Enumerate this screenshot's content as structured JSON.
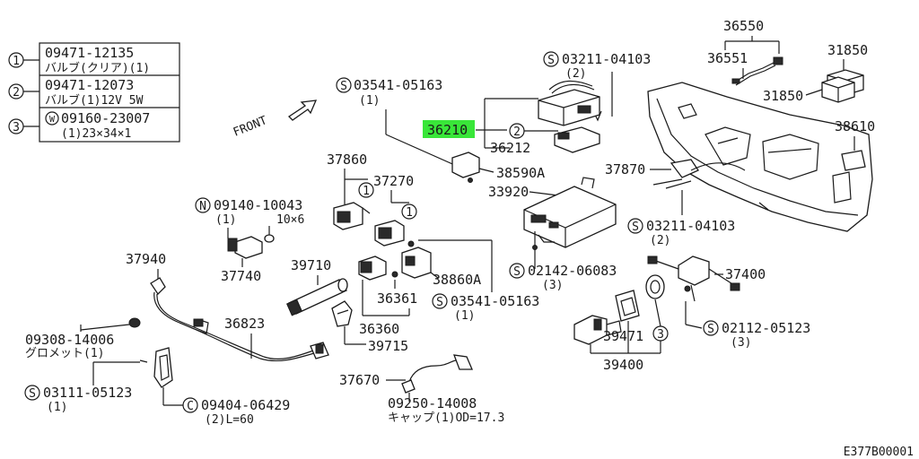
{
  "legend": {
    "rows": [
      {
        "marker": "1",
        "code": "09471-12135",
        "desc": "バルブ(クリア)(1)"
      },
      {
        "marker": "2",
        "code": "09471-12073",
        "desc": "バルブ(1)12V 5W"
      },
      {
        "marker": "3",
        "code": "09160-23007",
        "prefix": "W",
        "desc": "(1)23×34×1"
      }
    ]
  },
  "front_label": "FRONT",
  "highlight_color": "#39e639",
  "parts": {
    "p36550": "36550",
    "p36551": "36551",
    "p31850a": "31850",
    "p31850b": "31850",
    "p38610": "38610",
    "p03211a": "03211-04103",
    "p03211a_qty": "(2)",
    "p03541a": "03541-05163",
    "p03541a_qty": "(1)",
    "p36210": "36210",
    "p36212": "36212",
    "p38590": "38590A",
    "p37860": "37860",
    "p37270": "37270",
    "p33920": "33920",
    "p37870": "37870",
    "p09140": "09140-10043",
    "p09140_qty": "(1)",
    "p09140_size": "10×6",
    "p03211b": "03211-04103",
    "p03211b_qty": "(2)",
    "p37740": "37740",
    "p39710": "39710",
    "p38860": "38860A",
    "p02142": "02142-06083",
    "p02142_qty": "(3)",
    "p37400": "37400",
    "p37940": "37940",
    "p36361": "36361",
    "p03541b": "03541-05163",
    "p03541b_qty": "(1)",
    "p36823": "36823",
    "p36360": "36360",
    "p09308": "09308-14006",
    "p09308_desc": "グロメット(1)",
    "p39715": "39715",
    "p39471": "39471",
    "p02112": "02112-05123",
    "p02112_qty": "(3)",
    "p39400": "39400",
    "p03111": "03111-05123",
    "p03111_qty": "(1)",
    "p37670": "37670",
    "p09250": "09250-14008",
    "p09250_desc": "キャップ(1)OD=17.3",
    "p09404": "09404-06429",
    "p09404_qty": "(2)L=60"
  },
  "markers": {
    "S": "S",
    "N": "N",
    "C": "C",
    "W": "W",
    "one": "1",
    "two": "2",
    "three": "3"
  },
  "diagram_id": "E377B00001"
}
